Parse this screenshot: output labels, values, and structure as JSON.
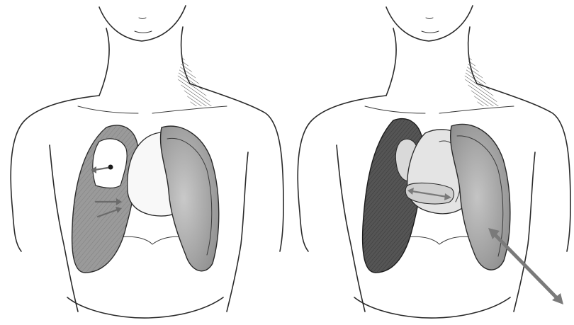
{
  "figures": [
    {
      "id": "left",
      "panel": "tension-pneumothorax-onset",
      "arrow_color": "#6b6b6b",
      "lung_shade_dark": "#8f8f8f",
      "lung_shade_light": "#bdbdbd"
    },
    {
      "id": "right",
      "panel": "mediastinal-shift",
      "arrow_color": "#7a7a7a",
      "lung_shade_dark": "#5c5c5c",
      "lung_shade_light": "#b5b5b5"
    }
  ],
  "icons": {
    "small_arrows": "arrow-icon",
    "double_arrow": "double-arrow-icon",
    "valve_dot": "dot-icon"
  }
}
